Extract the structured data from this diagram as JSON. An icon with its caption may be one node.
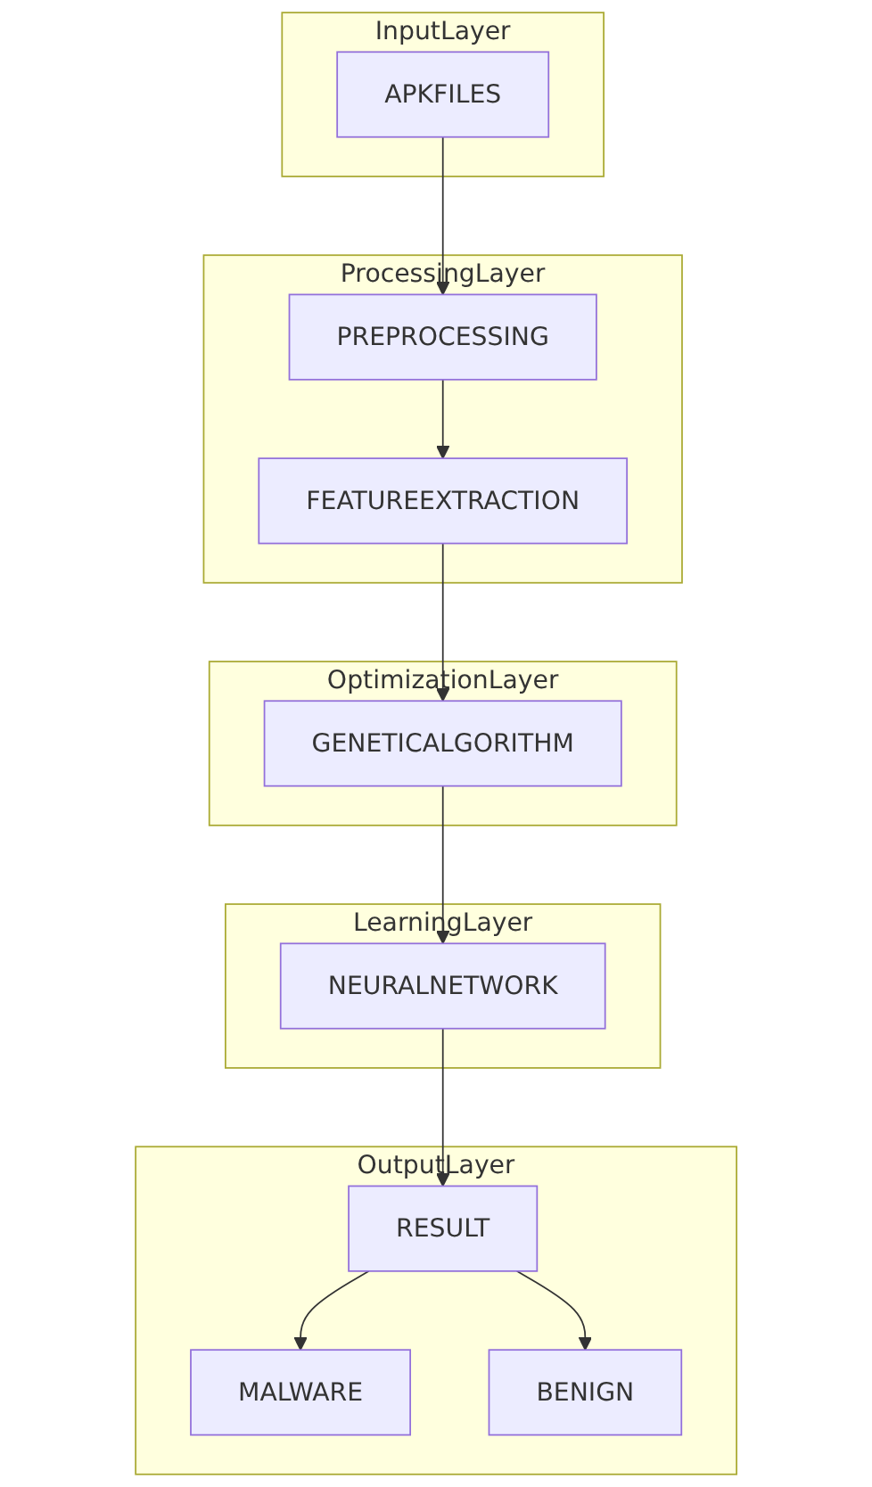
{
  "diagram": {
    "nodes": [
      {
        "text": [
          "InputLayer"
        ]
      },
      {
        "text": [
          "APKFILES"
        ],
        "in": 0
      },
      {
        "text": [
          "ProcessingLayer"
        ]
      },
      {
        "text": [
          "PREPROCESSING"
        ],
        "in": 2
      },
      {
        "text": [
          "FEATUREEXTRACTION"
        ],
        "in": 2
      },
      {
        "text": [
          "OptimizationLayer"
        ]
      },
      {
        "text": [
          "GENETICALGORITHM"
        ],
        "in": 5
      },
      {
        "text": [
          "LearningLayer"
        ]
      },
      {
        "text": [
          "NEURALNETWORK"
        ],
        "in": 7
      },
      {
        "text": [
          "OutputLayer"
        ]
      },
      {
        "text": [
          "RESULT"
        ],
        "in": 9
      },
      {
        "text": [
          "MALWARE"
        ],
        "in": 9
      },
      {
        "text": [
          "BENIGN"
        ],
        "in": 9
      }
    ],
    "edges": [
      {
        "from": 1,
        "to": 3,
        "arrow": "to"
      },
      {
        "from": 3,
        "to": 4,
        "arrow": "to"
      },
      {
        "from": 4,
        "to": 6,
        "arrow": "to"
      },
      {
        "from": 6,
        "to": 8,
        "arrow": "to"
      },
      {
        "from": 8,
        "to": 10,
        "arrow": "to"
      },
      {
        "from": 10,
        "to": 11,
        "arrow": "to"
      },
      {
        "from": 10,
        "to": 12,
        "arrow": "to"
      }
    ]
  }
}
